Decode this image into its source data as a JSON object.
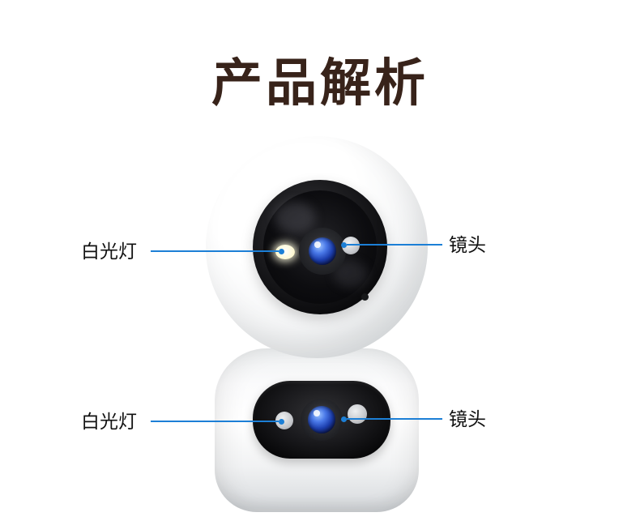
{
  "page": {
    "title": "产品解析"
  },
  "colors": {
    "accent": "#1c7fd6",
    "title": "#38231a",
    "label": "#111111",
    "bg": "#ffffff"
  },
  "callouts": [
    {
      "label": "白光灯",
      "points_to": "head-white-light-led",
      "side": "left"
    },
    {
      "label": "镜头",
      "points_to": "head-lens",
      "side": "right"
    },
    {
      "label": "白光灯",
      "points_to": "base-white-light-led",
      "side": "left"
    },
    {
      "label": "镜头",
      "points_to": "base-lens",
      "side": "right"
    }
  ]
}
